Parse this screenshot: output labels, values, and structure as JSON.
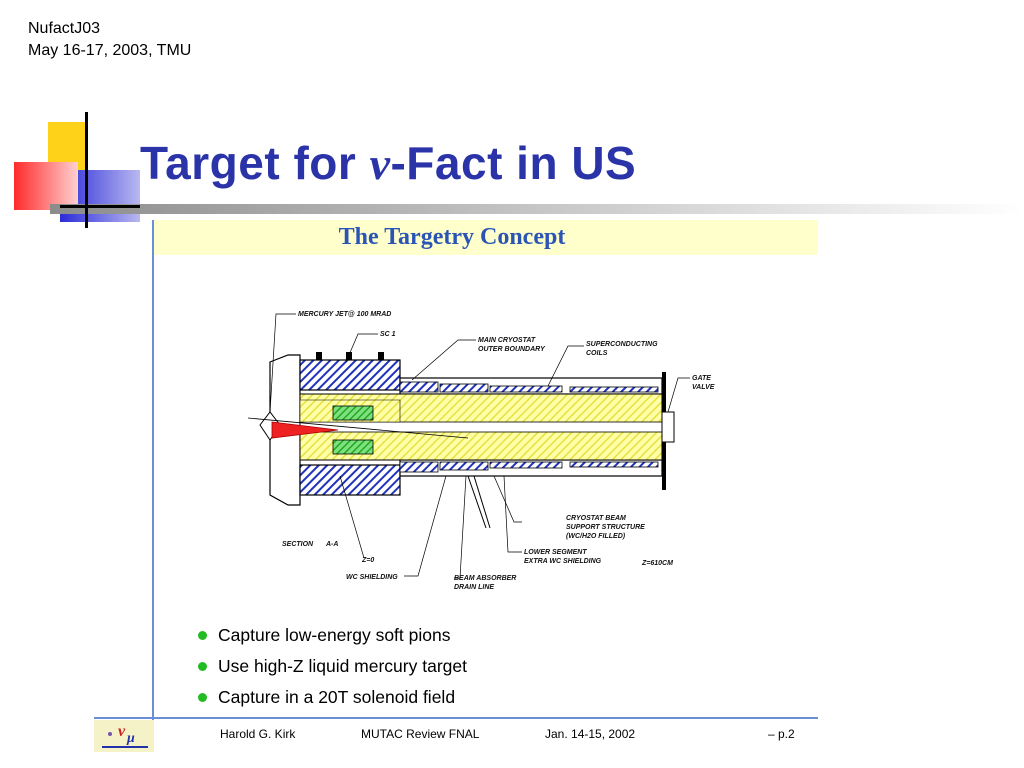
{
  "header": {
    "conference": "NufactJ03",
    "date_place": "May 16-17, 2003, TMU"
  },
  "title": {
    "prefix": "Target for ",
    "symbol": "ν",
    "suffix": "-Fact in US"
  },
  "panel": {
    "heading": "The Targetry Concept"
  },
  "diagram_labels": {
    "mercury_jet": "MERCURY JET@ 100 MRAD",
    "sc1": "SC 1",
    "main_cryostat": "MAIN CRYOSTAT",
    "outer_boundary": "OUTER BOUNDARY",
    "superconducting": "SUPERCONDUCTING",
    "coils": "COILS",
    "gate": "GATE",
    "valve": "VALVE",
    "cryostat_beam": "CRYOSTAT BEAM",
    "support_structure": "SUPPORT STRUCTURE",
    "wch2o_filled": "(WC/H2O FILLED)",
    "lower_segment": "LOWER SEGMENT",
    "extra_wc_shielding": "EXTRA WC SHIELDING",
    "z610": "Z=610CM",
    "section": "SECTION",
    "aa": "A-A",
    "z0": "Z=0",
    "wc_shielding": "WC SHIELDING",
    "beam_absorber": "BEAM ABSORBER",
    "drain_line": "DRAIN LINE"
  },
  "bullets": [
    "Capture low-energy soft pions",
    "Use high-Z liquid mercury target",
    "Capture in a 20T solenoid field"
  ],
  "footer": {
    "author": "Harold G. Kirk",
    "event": "MUTAC Review FNAL",
    "date": "Jan. 14-15, 2002",
    "page": "– p.2"
  },
  "colors": {
    "title": "#2a33a8",
    "panel_band": "#ffffcc",
    "bullet": "#22bb22",
    "rule": "#6a8fd6"
  }
}
